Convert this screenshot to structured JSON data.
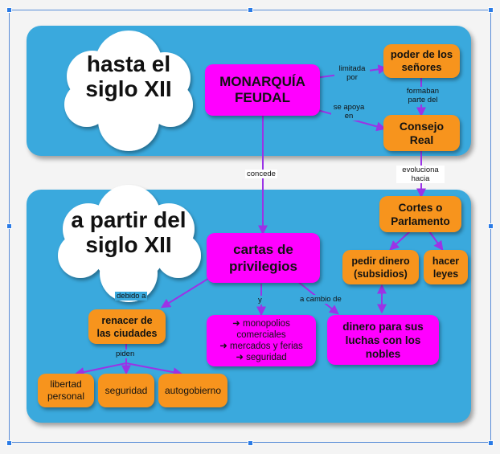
{
  "colors": {
    "panel": "#3aa9dd",
    "orange_node": "#f7941d",
    "magenta_node": "#ff00ff",
    "connector": "#9b33e6",
    "selection": "#2a7be6"
  },
  "clouds": {
    "top": "hasta el siglo XII",
    "bottom": "a partir del siglo XII"
  },
  "nodes": {
    "monarquia_feudal": "MONARQUÍA FEUDAL",
    "poder_senores": "poder de los señores",
    "consejo_real": "Consejo Real",
    "cartas_privilegios": "cartas de privilegios",
    "cortes_parlamento": "Cortes o Parlamento",
    "pedir_dinero": "pedir dinero (subsidios)",
    "hacer_leyes": "hacer leyes",
    "renacer_ciudades": "renacer de las ciudades",
    "dinero_luchas": "dinero para sus luchas con los nobles",
    "libertad_personal": "libertad personal",
    "seguridad": "seguridad",
    "autogobierno": "autogobierno",
    "privilegios_lista": {
      "line1": "➜ monopolios comerciales",
      "line2": "➜ mercados y ferias",
      "line3": "➜ seguridad"
    }
  },
  "links": {
    "limitada_por": "limitada por",
    "se_apoya_en": "se apoya en",
    "formaban_parte_del": "formaban parte del",
    "concede": "concede",
    "evoluciona_hacia": "evoluciona hacia",
    "debido_a": "debido a",
    "y": "y",
    "a_cambio_de": "a cambio de",
    "piden": "piden"
  }
}
